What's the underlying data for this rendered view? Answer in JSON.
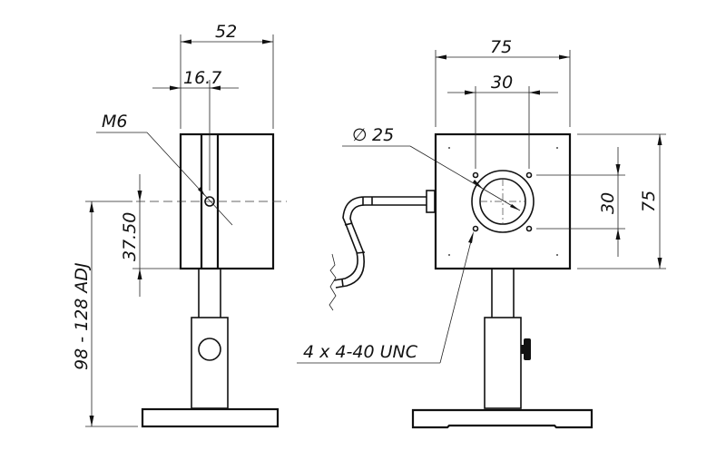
{
  "drawing": {
    "side_view": {
      "width_dim": "52",
      "offset_dim": "16.7",
      "thread_label": "M6",
      "center_height_dim": "37.50",
      "total_height_dim": "98 - 128 ADJ"
    },
    "front_view": {
      "width_dim": "75",
      "hole_spacing_h_dim": "30",
      "hole_spacing_v_dim": "30",
      "height_dim": "75",
      "aperture_dim": "25",
      "aperture_symbol": "∅",
      "hole_callout": "4 x 4-40 UNC"
    }
  },
  "colors": {
    "line": "#111111",
    "background": "#ffffff"
  }
}
